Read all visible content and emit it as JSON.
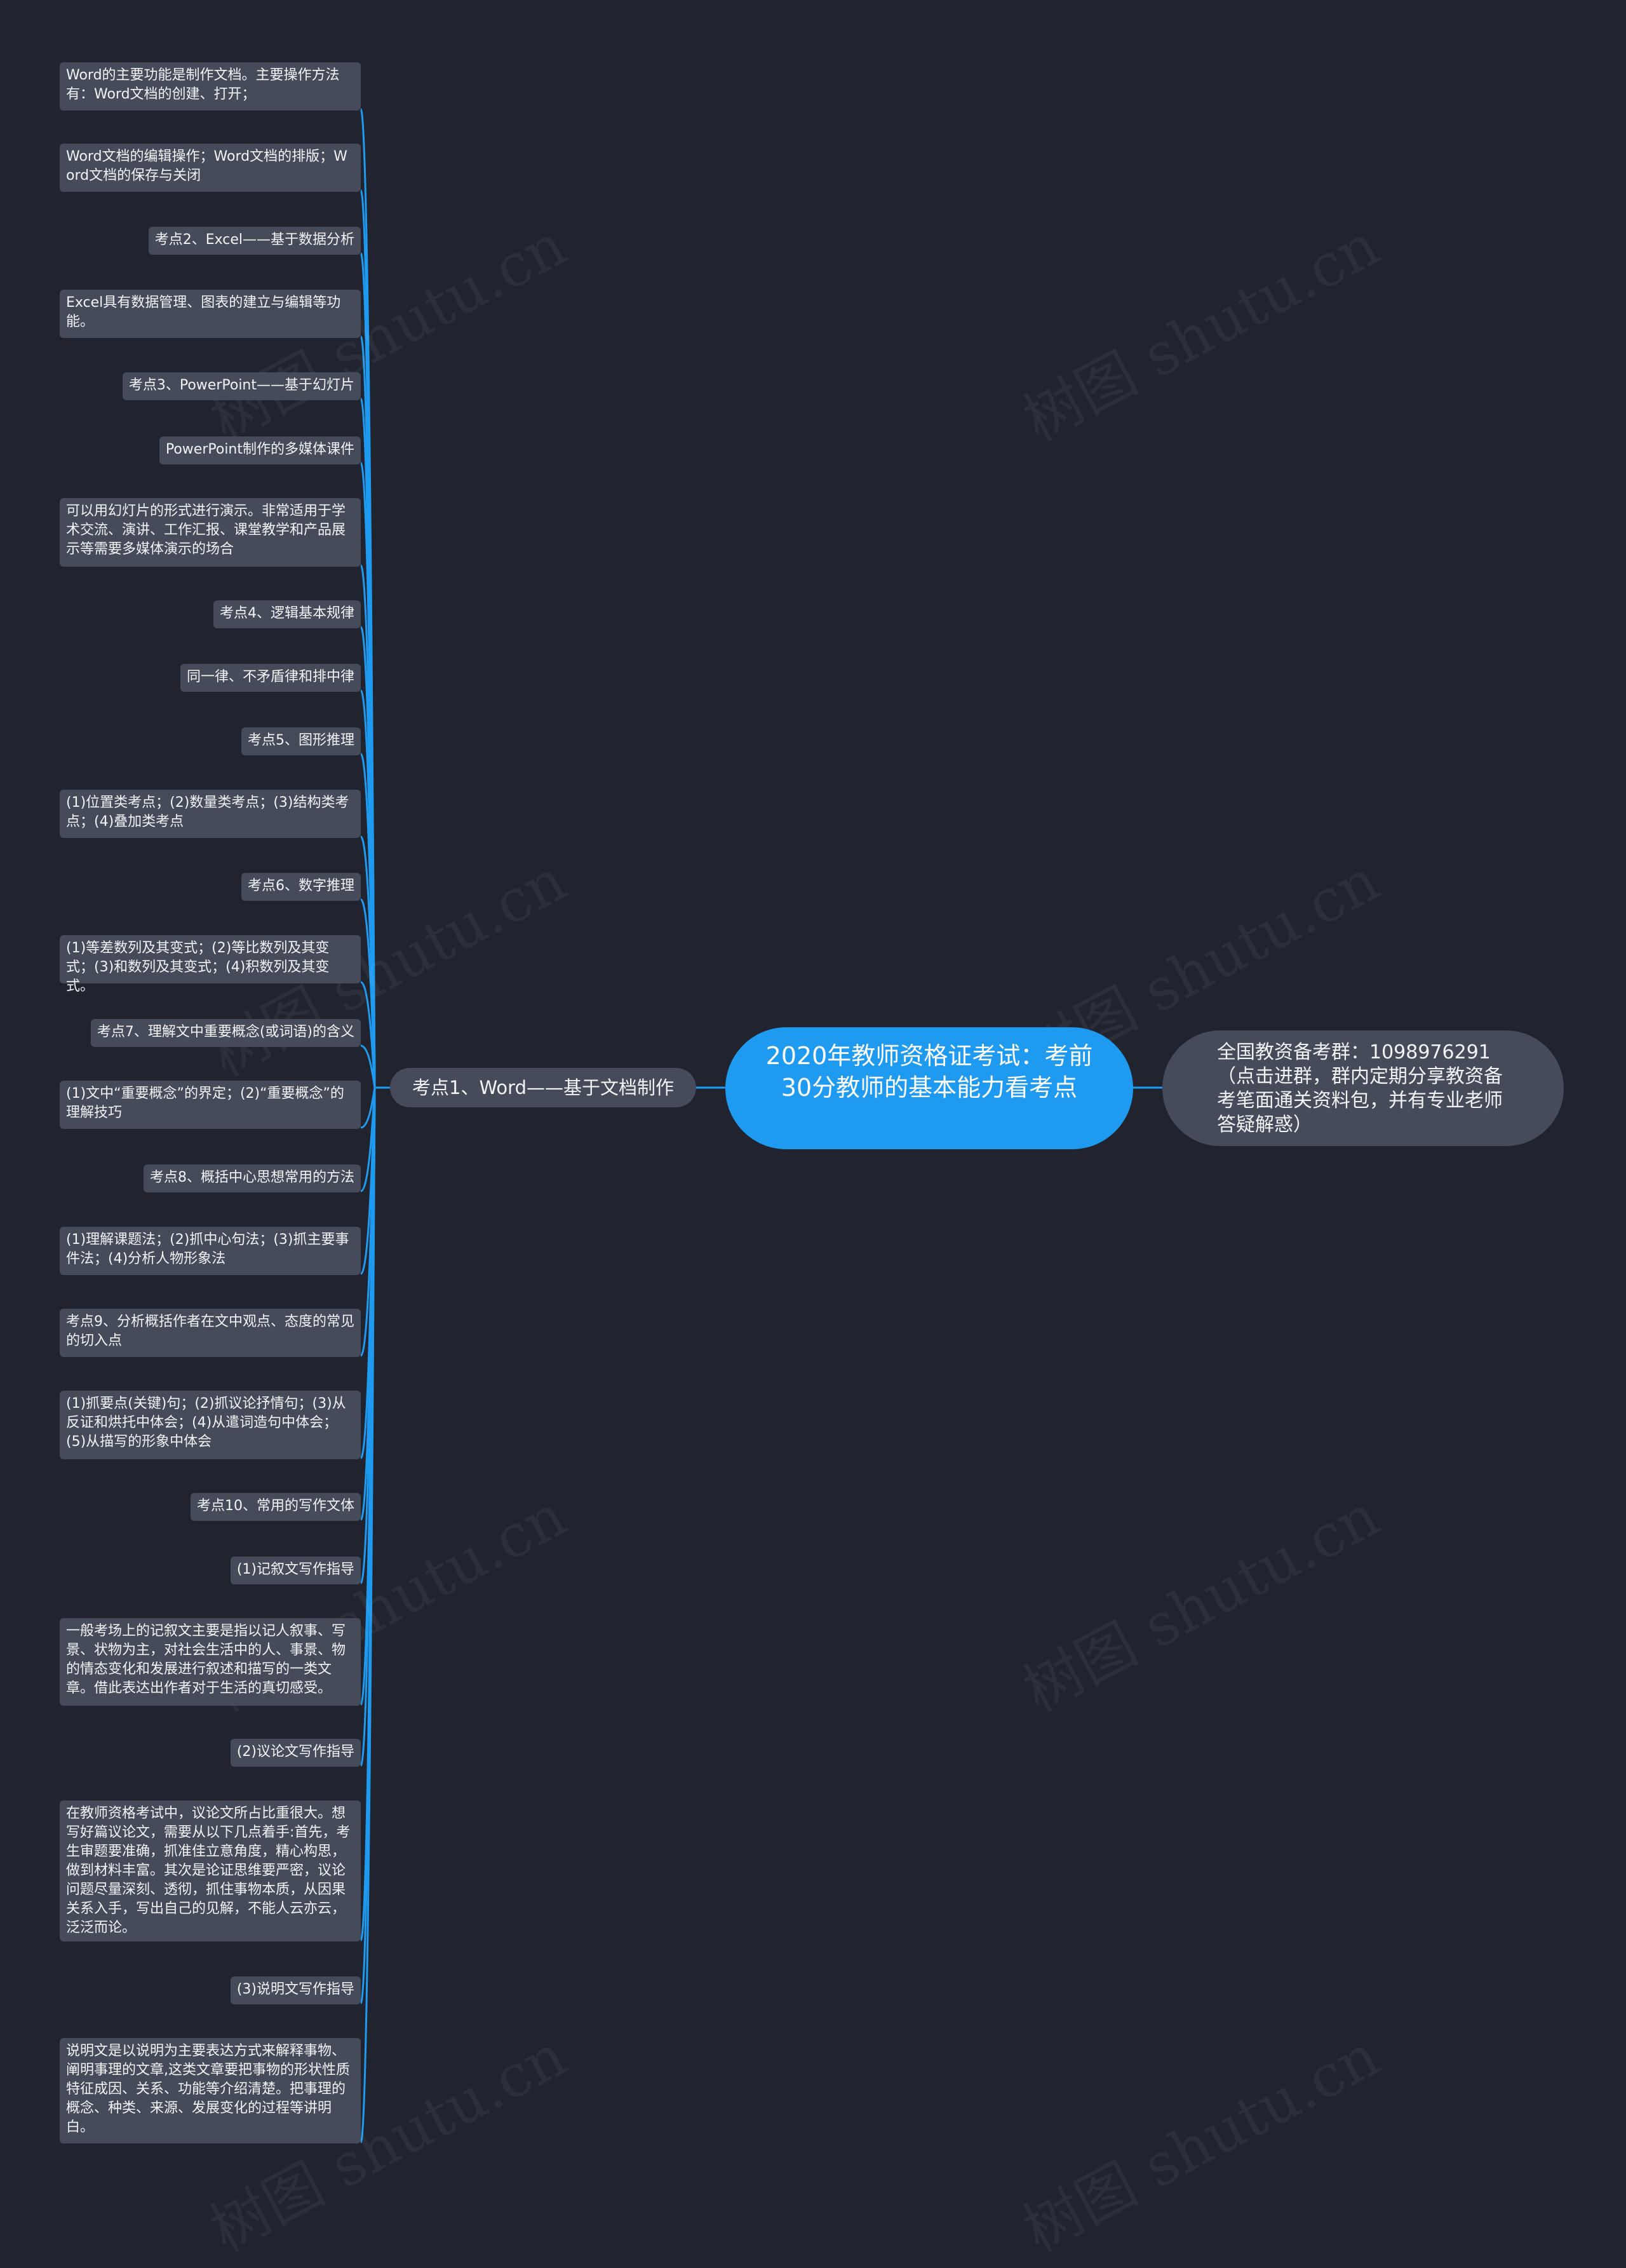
{
  "colors": {
    "background": "#21242f",
    "node_fill": "#454b58",
    "root_fill": "#1e9bf0",
    "connector": "#1e9bf0",
    "text": "#f2f3f5"
  },
  "root": {
    "label": "2020年教师资格证考试：考前30分教师的基本能力看考点"
  },
  "branch": {
    "label": "考点1、Word——基于文档制作"
  },
  "note": {
    "label": "全国教资备考群：1098976291（点击进群，群内定期分享教资备考笔面通关资料包，并有专业老师答疑解惑）"
  },
  "leaves": [
    "Word的主要功能是制作文档。主要操作方法有：Word文档的创建、打开；",
    "Word文档的编辑操作；Word文档的排版；Word文档的保存与关闭",
    "考点2、Excel——基于数据分析",
    "Excel具有数据管理、图表的建立与编辑等功能。",
    "考点3、PowerPoint——基于幻灯片",
    "PowerPoint制作的多媒体课件",
    "可以用幻灯片的形式进行演示。非常适用于学术交流、演讲、工作汇报、课堂教学和产品展示等需要多媒体演示的场合",
    "考点4、逻辑基本规律",
    "同一律、不矛盾律和排中律",
    "考点5、图形推理",
    "(1)位置类考点；(2)数量类考点；(3)结构类考点；(4)叠加类考点",
    "考点6、数字推理",
    "(1)等差数列及其变式；(2)等比数列及其变式；(3)和数列及其变式；(4)积数列及其变式。",
    "考点7、理解文中重要概念(或词语)的含义",
    "(1)文中“重要概念”的界定；(2)“重要概念”的理解技巧",
    "考点8、概括中心思想常用的方法",
    "(1)理解课题法；(2)抓中心句法；(3)抓主要事件法；(4)分析人物形象法",
    "考点9、分析概括作者在文中观点、态度的常见的切入点",
    "(1)抓要点(关键)句；(2)抓议论抒情句；(3)从反证和烘托中体会；(4)从遣词造句中体会；(5)从描写的形象中体会",
    "考点10、常用的写作文体",
    "(1)记叙文写作指导",
    "一般考场上的记叙文主要是指以记人叙事、写景、状物为主，对社会生活中的人、事景、物的情态变化和发展进行叙述和描写的一类文章。借此表达出作者对于生活的真切感受。",
    "(2)议论文写作指导",
    "在教师资格考试中，议论文所占比重很大。想写好篇议论文，需要从以下几点着手:首先，考生审题要准确，抓准佳立意角度，精心构思，做到材料丰富。其次是论证思维要严密，议论问题尽量深刻、透彻，抓住事物本质，从因果关系入手，写出自己的见解，不能人云亦云，泛泛而论。",
    "(3)说明文写作指导",
    "说明文是以说明为主要表达方式来解释事物、阐明事理的文章,这类文章要把事物的形状性质特征成因、关系、功能等介绍清楚。把事理的概念、种类、来源、发展变化的过程等讲明白。"
  ],
  "watermark": "树图 shutu.cn"
}
